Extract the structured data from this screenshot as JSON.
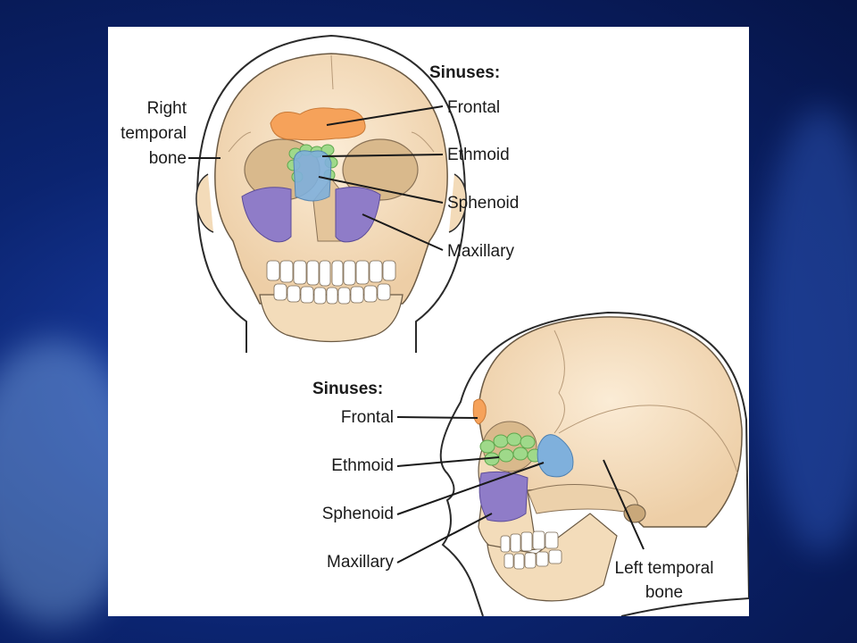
{
  "front_view": {
    "sinuses_header": "Sinuses:",
    "frontal": "Frontal",
    "ethmoid": "Ethmoid",
    "sphenoid": "Sphenoid",
    "maxillary": "Maxillary",
    "temporal_line1": "Right",
    "temporal_line2": "temporal",
    "temporal_line3": "bone"
  },
  "side_view": {
    "sinuses_header": "Sinuses:",
    "frontal": "Frontal",
    "ethmoid": "Ethmoid",
    "sphenoid": "Sphenoid",
    "maxillary": "Maxillary",
    "temporal_line1": "Left temporal",
    "temporal_line2": "bone"
  },
  "colors": {
    "bone": "#f5dfc0",
    "frontal": "#f6a25a",
    "ethmoid": "#9fd98a",
    "sphenoid": "#7fb0dc",
    "maxillary": "#8f7cc8",
    "outline": "#2b2b2b"
  }
}
